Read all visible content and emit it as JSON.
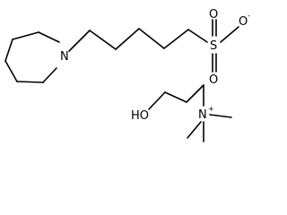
{
  "structure": {
    "anion": {
      "ring_nitrogen": "N",
      "sulfur": "S",
      "oxygen_top": "O",
      "oxygen_bottom": "O",
      "oxygen_right": "O",
      "oxygen_charge": "-"
    },
    "cation": {
      "hydroxyl": "HO",
      "nitrogen": "N",
      "nitrogen_charge": "+"
    }
  }
}
